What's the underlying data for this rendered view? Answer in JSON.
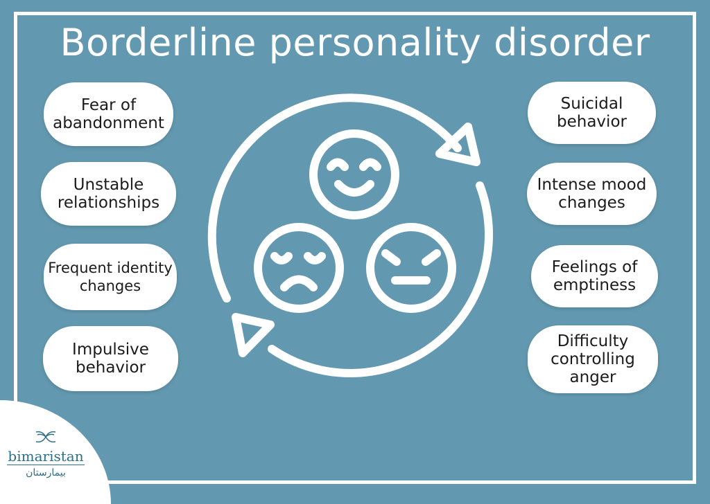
{
  "title": "Borderline personality disorder",
  "left_items": [
    "Fear of abandonment",
    "Unstable relationships",
    "Frequent identity changes",
    "Impulsive behavior"
  ],
  "right_items": [
    "Suicidal behavior",
    "Intense mood changes",
    "Feelings of emptiness",
    "Difficulty controlling anger"
  ],
  "logo": {
    "name": "bimaristan",
    "arabic": "بيمارستان"
  },
  "colors": {
    "background": "#6399b0",
    "foreground": "#ffffff",
    "brand": "#2d6f86"
  }
}
